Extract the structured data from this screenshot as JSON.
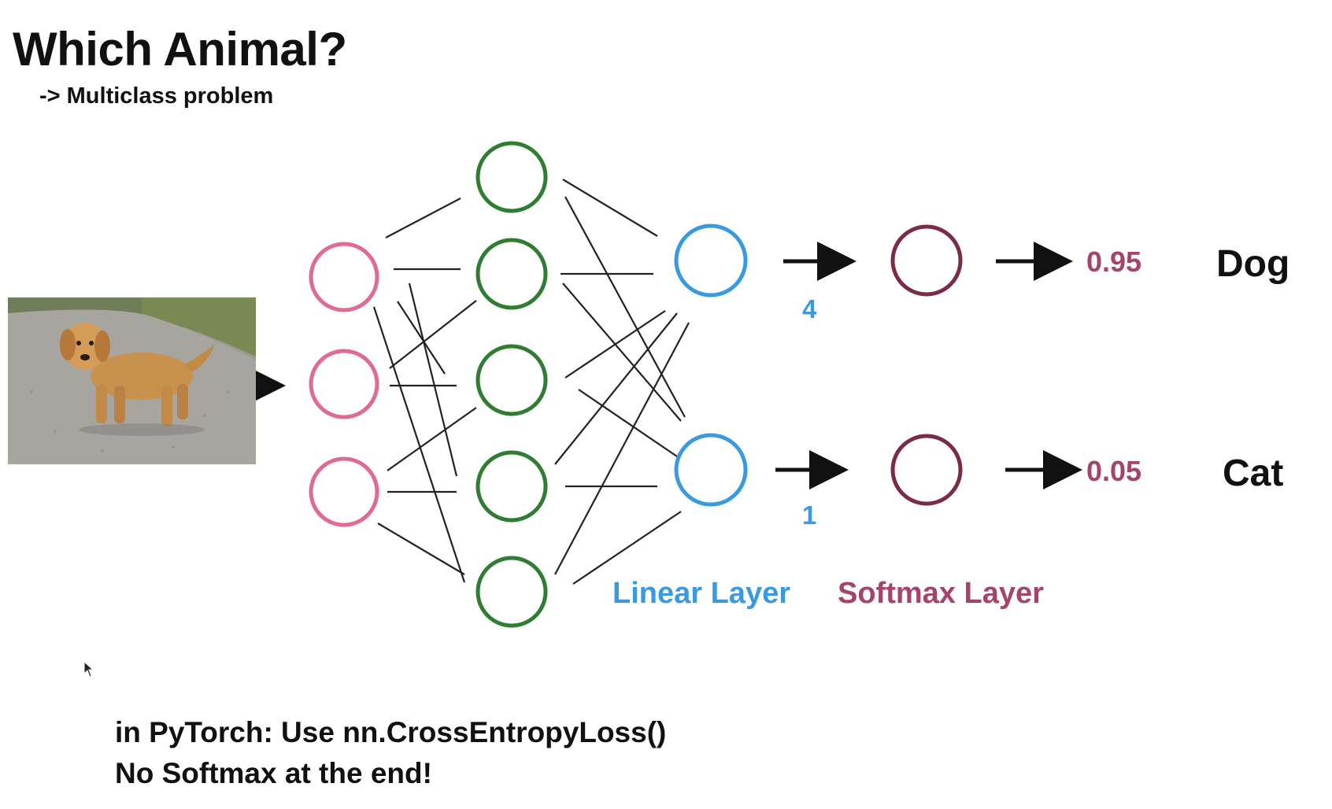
{
  "slide": {
    "title": "Which Animal?",
    "subtitle": "-> Multiclass problem"
  },
  "network": {
    "input_image": "puppy-photo",
    "outputs": [
      {
        "count": "4",
        "probability": "0.95",
        "class": "Dog"
      },
      {
        "count": "1",
        "probability": "0.05",
        "class": "Cat"
      }
    ],
    "layer_labels": {
      "linear": "Linear Layer",
      "softmax": "Softmax Layer"
    },
    "colors": {
      "input_nodes": "#e06a93",
      "hidden_nodes": "#2f7d32",
      "linear_nodes": "#3a9ae0",
      "softmax_nodes": "#7a2a4a",
      "probability_text": "#a4436b"
    }
  },
  "notes": {
    "line1": "in PyTorch: Use nn.CrossEntropyLoss()",
    "line2": "No Softmax at the end!"
  }
}
